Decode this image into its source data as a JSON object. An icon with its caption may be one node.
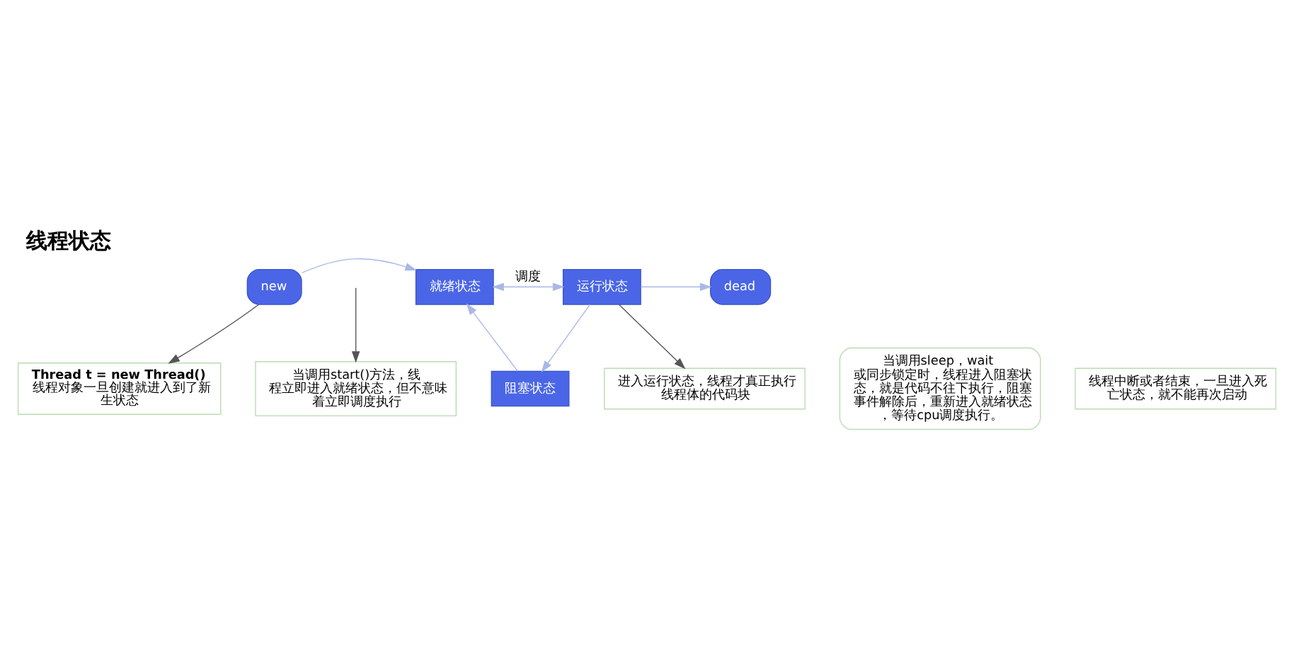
{
  "diagram": {
    "title": "线程状态",
    "nodes": [
      {
        "text": [
          "new"
        ]
      },
      {
        "text": [
          "就绪状态"
        ]
      },
      {
        "text": [
          "阻塞状态"
        ]
      },
      {
        "text": [
          "运行状态"
        ]
      },
      {
        "text": [
          "dead"
        ]
      },
      {
        "text": [
          "当调用start()方法，线程立即进入就绪状态，但不意味着立即调度执行"
        ]
      },
      {
        "text": [
          "Thread t = new Thread()",
          "线程对象一旦创建就进入到了新生状态"
        ]
      },
      {
        "text": [
          "当调用sleep，wait 或同步锁定时，线程进入阻塞状态，就是代码不往下执行，阻塞事件解除后，重新进入就绪状态，等待cpu调度执行。"
        ]
      },
      {
        "text": [
          "进入运行状态，线程才真正执行线程体的代码块"
        ]
      },
      {
        "text": [
          "线程中断或者结束，一旦进入死亡状态，就不能再次启动"
        ]
      }
    ],
    "edges": [
      {
        "from": 0,
        "to": 1,
        "arrow": "to"
      },
      {
        "from": null,
        "to": 5,
        "arrow": "to",
        "color": "#555555"
      },
      {
        "from": 0,
        "to": 6,
        "arrow": "to",
        "color": "#555555"
      },
      {
        "from": 2,
        "to": 1,
        "arrow": "to"
      },
      {
        "from": 3,
        "to": 2,
        "arrow": "to"
      },
      {
        "from": 1,
        "to": 3,
        "arrow": "both",
        "label": "调度"
      },
      {
        "from": 3,
        "to": 4,
        "arrow": "to"
      },
      {
        "from": 3,
        "to": 8,
        "arrow": "to",
        "color": "#555555"
      }
    ]
  }
}
